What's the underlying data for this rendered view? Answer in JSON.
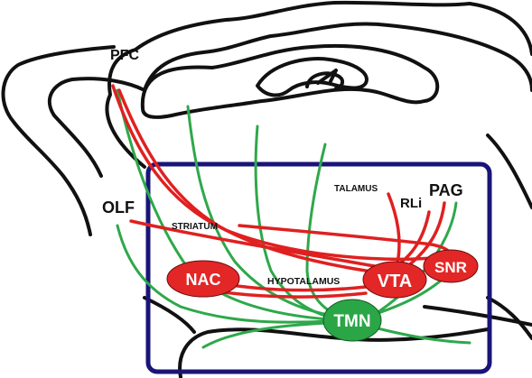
{
  "diagram": {
    "labels": {
      "pfc": "PFC",
      "olf": "OLF",
      "striatum": "STRIATUM",
      "hypotalamus": "HYPOTALAMUS",
      "talamus": "TALAMUS",
      "rli": "RLi",
      "pag": "PAG"
    },
    "nodes": {
      "nac": "NAC",
      "vta": "VTA",
      "snr": "SNR",
      "tmn": "TMN"
    },
    "colors": {
      "outline": "#111111",
      "box": "#1a1478",
      "dopamine_pathway": "#e02020",
      "histamine_pathway": "#2ea84a",
      "node_red": "#e32626",
      "node_green": "#2aa646"
    }
  }
}
